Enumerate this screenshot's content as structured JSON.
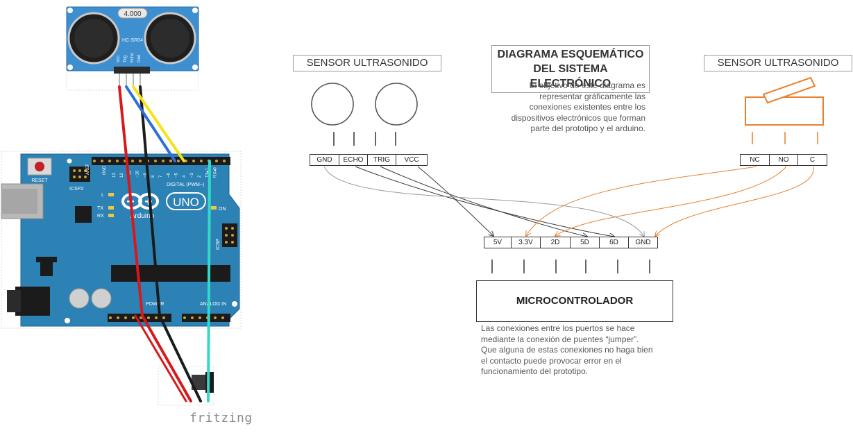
{
  "fritzing": {
    "logo_text": "fritzing",
    "sensor_label": "HC-SR04",
    "sensor_crystal": "4.000",
    "sensor_pins": [
      "Vcc",
      "Trig",
      "Echo",
      "Gnd"
    ],
    "board_name": "UNO",
    "board_brand": "Arduino",
    "board_labels": {
      "reset": "RESET",
      "icsp2": "ICSP2",
      "icsp": "ICSP",
      "on": "ON",
      "l": "L",
      "tx": "TX",
      "rx": "RX",
      "digital": "DIGITAL (PWM~)",
      "power": "POWER",
      "analog": "ANALOG IN",
      "aref": "AREF",
      "gnd": "GND"
    },
    "digital_pins": [
      "13",
      "12",
      "~11",
      "~10",
      "~9",
      "8",
      "7",
      "~6",
      "~5",
      "4",
      "~3",
      "2",
      "TX▸1",
      "RX◂0"
    ],
    "colors": {
      "board": "#2d82b5",
      "sensor": "#3d8fd0",
      "wire_red": "#d8181b",
      "wire_black": "#1b1b1b",
      "wire_blue": "#2e6fd8",
      "wire_yellow": "#f2e418",
      "wire_cyan": "#33d8c8"
    }
  },
  "schematic": {
    "title": "DIAGRAMA ESQUEMÁTICO\nDEL SISTEMA ELECTRÓNICO",
    "title_line1": "DIAGRAMA ESQUEMÁTICO",
    "title_line2": "DEL SISTEMA ELECTRÓNICO",
    "description_lines": [
      "El objetivo de este diagrama es",
      "representar gráficamente las",
      "conexiones existentes entre los",
      "dispositivos electrónicos que forman",
      "parte del prototipo y el arduino."
    ],
    "sensor_left_title": "SENSOR ULTRASONIDO",
    "sensor_left_pins": [
      "GND",
      "ECHO",
      "TRIG",
      "VCC"
    ],
    "sensor_right_title": "SENSOR ULTRASONIDO",
    "sensor_right_pins": [
      "NC",
      "NO",
      "C"
    ],
    "mc_pins": [
      "5V",
      "3.3V",
      "2D",
      "5D",
      "6D",
      "GND"
    ],
    "microcontroller_label": "MICROCONTROLADOR",
    "footer_lines": [
      "Las conexiones entre los puertos se hace",
      "mediante la conexión de puentes “jumper”.",
      "Que alguna de estas conexiones no haga bien",
      "el contacto puede provocar error en el",
      "funcionamiento del prototipo."
    ],
    "colors": {
      "accent": "#e8812e",
      "line_dark": "#3a3a3a",
      "line_gray": "#9a9a9a"
    }
  }
}
